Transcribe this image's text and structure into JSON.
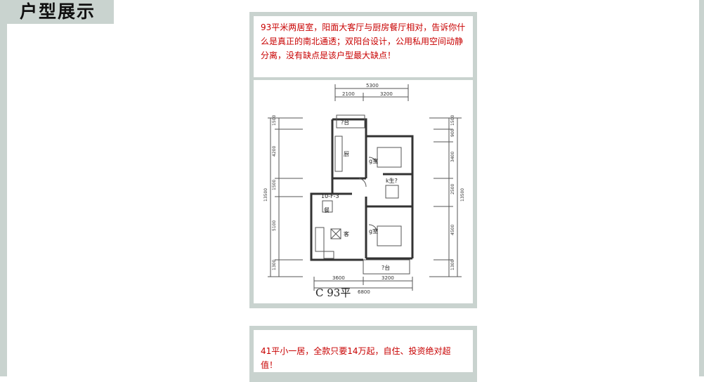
{
  "section": {
    "title": "户型展示"
  },
  "cards": [
    {
      "caption": "93平米两居室，阳面大客厅与厨房餐厅相对，告诉你什么是真正的南北通透；双阳台设计，公用私用空间动静分离，没有缺点是该户型最大缺点！",
      "plan": {
        "name": "C 93平",
        "top_dims": [
          "5300",
          "2100",
          "3200"
        ],
        "bottom_dims": [
          "3600",
          "3200",
          "6800"
        ],
        "left_dims": [
          "1500",
          "4200",
          "1500",
          "5100",
          "1300",
          "13500"
        ],
        "right_dims": [
          "1500",
          "900",
          "3400",
          "2500",
          "4500",
          "1300",
          "13500"
        ],
        "rooms": [
          "?台",
          "厨",
          "g室",
          "k生?",
          "10-F-3",
          "餐",
          "客",
          "g室",
          "?台"
        ]
      }
    },
    {
      "caption": "41平小一居，全款只要14万起，自住、投资绝对超值！"
    }
  ],
  "colors": {
    "frame": "#c9d3cf",
    "caption_text": "#c80000"
  }
}
